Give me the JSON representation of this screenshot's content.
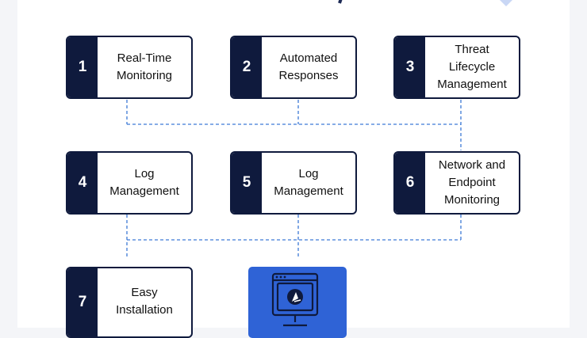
{
  "steps": [
    {
      "number": "1",
      "label": "Real-Time\nMonitoring"
    },
    {
      "number": "2",
      "label": "Automated\nResponses"
    },
    {
      "number": "3",
      "label": "Threat\nLifecycle\nManagement"
    },
    {
      "number": "4",
      "label": "Log\nManagement"
    },
    {
      "number": "5",
      "label": "Log\nManagement"
    },
    {
      "number": "6",
      "label": "Network and\nEndpoint\nMonitoring"
    },
    {
      "number": "7",
      "label": "Easy\nInstallation"
    }
  ],
  "colors": {
    "card_border": "#0f1a3d",
    "number_block": "#0f1a3d",
    "connector": "#3d7ad6",
    "monitor_tile": "#2f63d6"
  },
  "icons": {
    "monitor": "desktop-monitor-icon",
    "logo_mark": "logo-icon"
  }
}
